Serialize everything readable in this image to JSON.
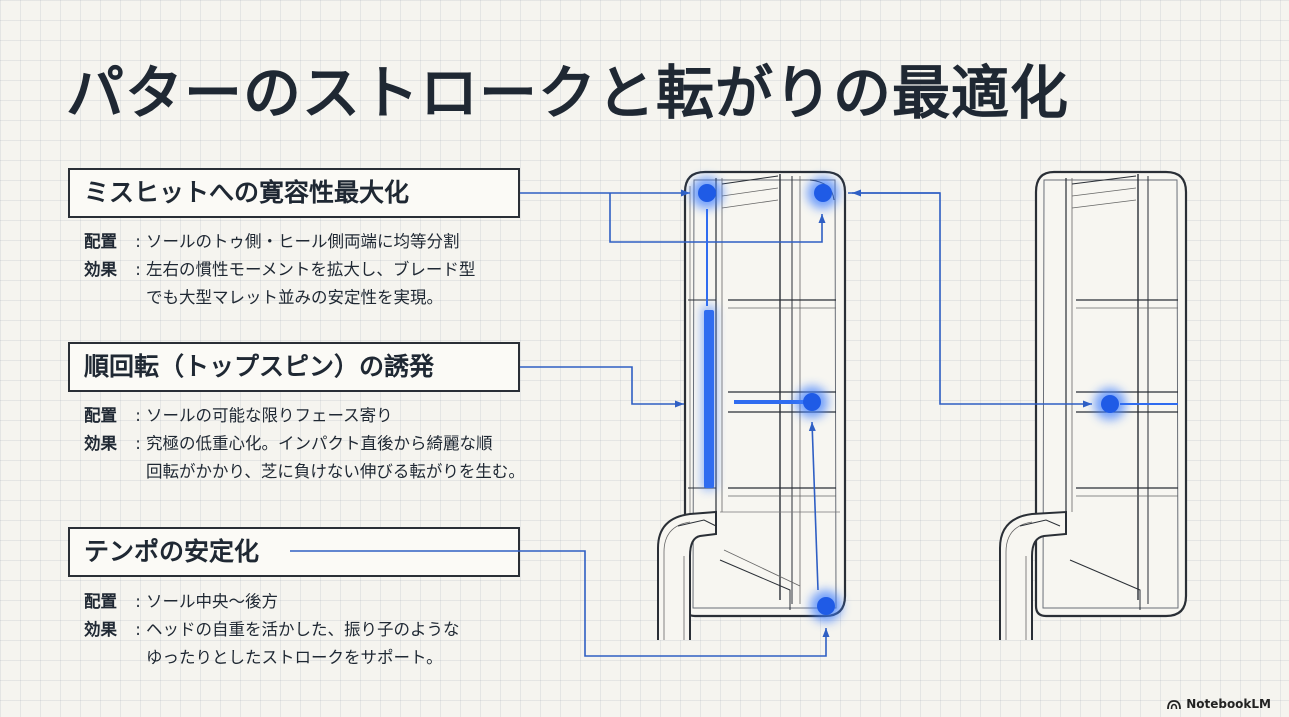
{
  "title": "パターのストロークと転がりの最適化",
  "sections": [
    {
      "heading": "ミスヒットへの寛容性最大化",
      "placement_label": "配置",
      "placement": "ソールのトゥ側・ヒール側両端に均等分割",
      "effect_label": "効果",
      "effect_lines": [
        "左右の慣性モーメントを拡大し、ブレード型",
        "でも大型マレット並みの安定性を実現。"
      ]
    },
    {
      "heading": "順回転（トップスピン）の誘発",
      "placement_label": "配置",
      "placement": "ソールの可能な限りフェース寄り",
      "effect_label": "効果",
      "effect_lines": [
        "究極の低重心化。インパクト直後から綺麗な順",
        "回転がかかり、芝に負けない伸びる転がりを生む。"
      ]
    },
    {
      "heading": "テンポの安定化",
      "placement_label": "配置",
      "placement": "ソール中央〜後方",
      "effect_label": "効果",
      "effect_lines": [
        "ヘッドの自重を活かした、振り子のような",
        "ゆったりとしたストロークをサポート。"
      ]
    }
  ],
  "colors": {
    "accent": "#2f6cf0",
    "connector": "#2f5fc4",
    "ink": "#1f2833"
  },
  "brand": {
    "icon": "notebooklm-icon",
    "label": "NotebookLM"
  }
}
